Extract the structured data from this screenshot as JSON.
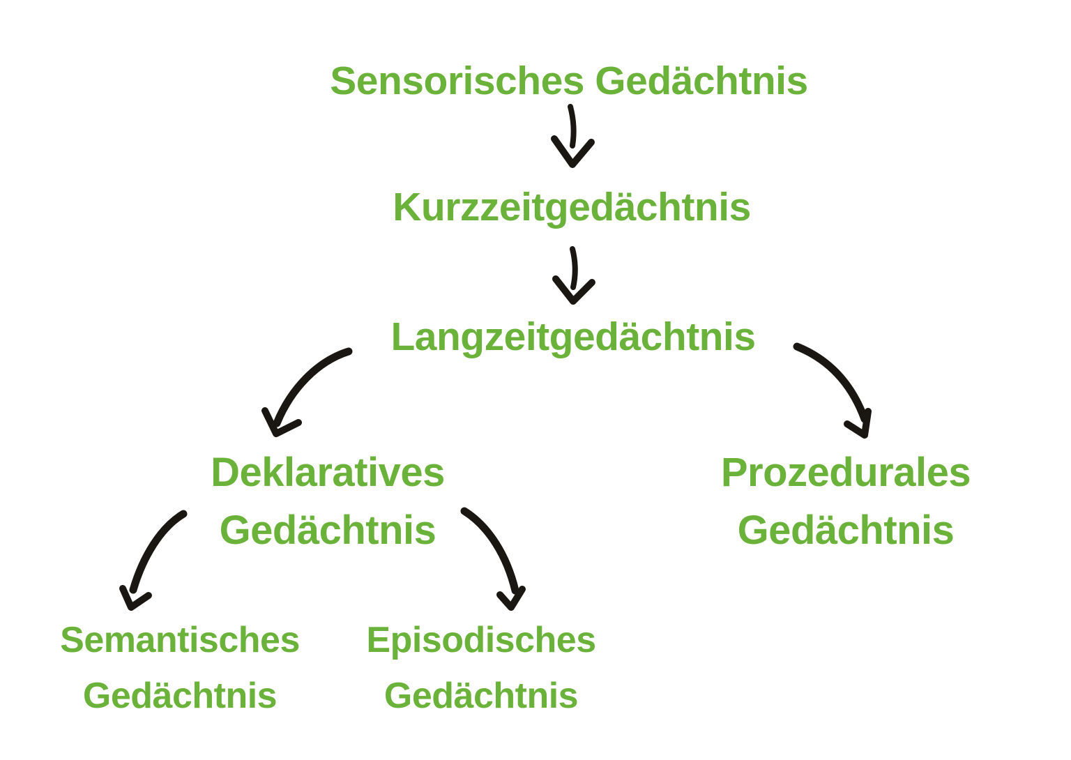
{
  "diagram": {
    "colors": {
      "background": "#ffffff",
      "node_text_green": "#6bb23a",
      "arrow_black": "#1a1713"
    },
    "nodes": {
      "sensory": {
        "label": "Sensorisches Gedächtnis",
        "lines": [
          "Sensorisches Gedächtnis"
        ]
      },
      "short_term": {
        "label": "Kurzzeitgedächtnis",
        "lines": [
          "Kurzzeitgedächtnis"
        ]
      },
      "long_term": {
        "label": "Langzeitgedächtnis",
        "lines": [
          "Langzeitgedächtnis"
        ]
      },
      "declarative": {
        "label": "Deklaratives Gedächtnis",
        "lines": [
          "Deklaratives",
          "Gedächtnis"
        ]
      },
      "procedural": {
        "label": "Prozedurales Gedächtnis",
        "lines": [
          "Prozedurales",
          "Gedächtnis"
        ]
      },
      "semantic": {
        "label": "Semantisches Gedächtnis",
        "lines": [
          "Semantisches",
          "Gedächtnis"
        ]
      },
      "episodic": {
        "label": "Episodisches Gedächtnis",
        "lines": [
          "Episodisches",
          "Gedächtnis"
        ]
      }
    },
    "edges": [
      {
        "from": "sensory",
        "to": "short_term",
        "style": "straight-down"
      },
      {
        "from": "short_term",
        "to": "long_term",
        "style": "straight-down"
      },
      {
        "from": "long_term",
        "to": "declarative",
        "style": "curved-down-left"
      },
      {
        "from": "long_term",
        "to": "procedural",
        "style": "curved-down-right"
      },
      {
        "from": "declarative",
        "to": "semantic",
        "style": "curved-down-left"
      },
      {
        "from": "declarative",
        "to": "episodic",
        "style": "curved-down-right"
      }
    ]
  }
}
